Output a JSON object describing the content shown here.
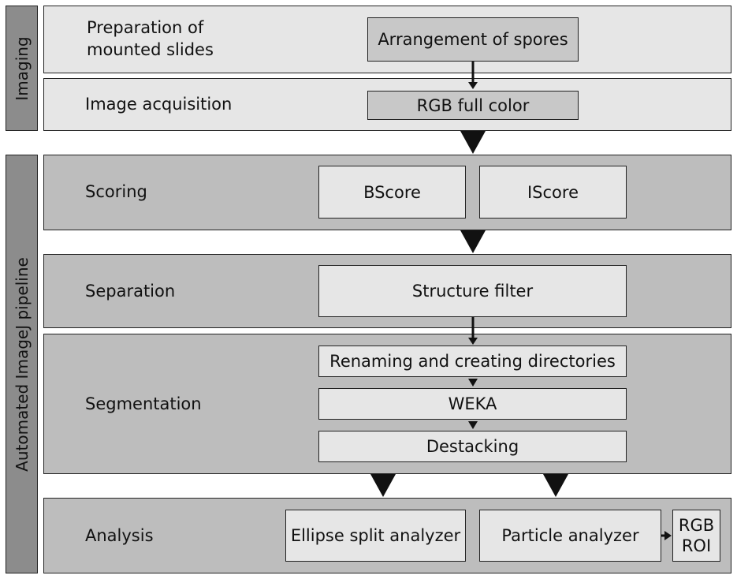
{
  "sections": {
    "imaging": "Imaging",
    "pipeline": "Automated ImageJ pipeline"
  },
  "stages": {
    "preparation": "Preparation of mounted slides",
    "acquisition": "Image acquisition",
    "scoring": "Scoring",
    "separation": "Separation",
    "segmentation": "Segmentation",
    "analysis": "Analysis"
  },
  "boxes": {
    "arrangement": "Arrangement of spores",
    "rgb_full_color": "RGB full color",
    "bscore": "BScore",
    "iscore": "IScore",
    "structure_filter": "Structure filter",
    "renaming": "Renaming and creating directories",
    "weka": "WEKA",
    "destacking": "Destacking",
    "ellipse_split": "Ellipse split analyzer",
    "particle_analyzer": "Particle analyzer",
    "rgb": "RGB",
    "roi": "ROI"
  },
  "colors": {
    "side_bar": "#8c8c8c",
    "imaging_panel": "#e6e6e6",
    "pipeline_panel": "#bdbdbd",
    "arrow": "#111111"
  }
}
